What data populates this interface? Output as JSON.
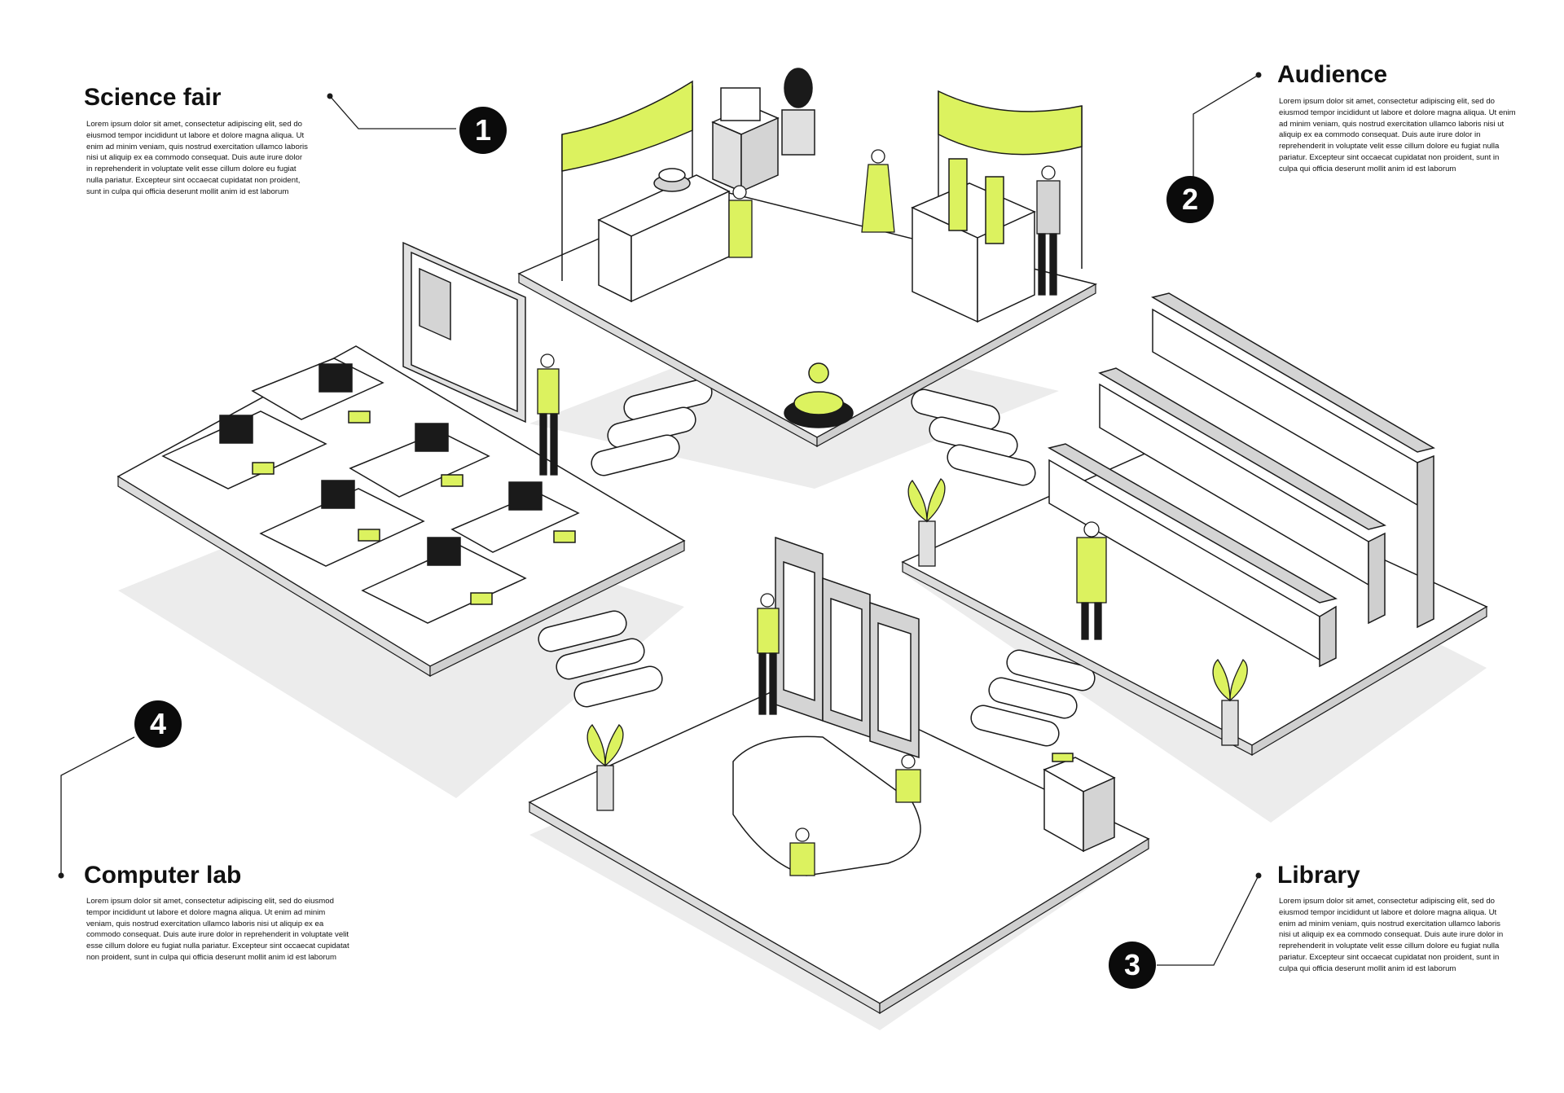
{
  "colors": {
    "accent": "#dcf25f",
    "outline": "#1a1a1a",
    "floor": "#ffffff",
    "shadow": "#ececec",
    "furniture": "#d4d4d4",
    "badge": "#0b0b0b"
  },
  "sections": [
    {
      "number": "1",
      "title": "Science fair",
      "body": "Lorem ipsum dolor sit amet, consectetur adipiscing elit, sed do eiusmod tempor incididunt ut labore et dolore magna aliqua. Ut enim ad minim veniam, quis nostrud exercitation ullamco laboris nisi ut aliquip ex ea commodo consequat. Duis aute irure dolor in reprehenderit in voluptate velit esse cillum dolore eu fugiat nulla pariatur. Excepteur sint occaecat cupidatat non proident, sunt in culpa qui officia deserunt mollit anim id est laborum"
    },
    {
      "number": "2",
      "title": "Audience",
      "body": "Lorem ipsum dolor sit amet, consectetur adipiscing elit, sed do eiusmod tempor incididunt ut labore et dolore magna aliqua. Ut enim ad minim veniam, quis nostrud exercitation ullamco laboris nisi ut aliquip ex ea commodo consequat. Duis aute irure dolor in reprehenderit in voluptate velit esse cillum dolore eu fugiat nulla pariatur. Excepteur sint occaecat cupidatat non proident, sunt in culpa qui officia deserunt mollit anim id est laborum"
    },
    {
      "number": "3",
      "title": "Library",
      "body": "Lorem ipsum dolor sit amet, consectetur adipiscing elit, sed do eiusmod tempor incididunt ut labore et dolore magna aliqua. Ut enim ad minim veniam, quis nostrud exercitation ullamco laboris nisi ut aliquip ex ea commodo consequat. Duis aute irure dolor in reprehenderit in voluptate velit esse cillum dolore eu fugiat nulla pariatur. Excepteur sint occaecat cupidatat non proident, sunt in culpa qui officia deserunt mollit anim id est laborum"
    },
    {
      "number": "4",
      "title": "Computer lab",
      "body": "Lorem ipsum dolor sit amet, consectetur adipiscing elit, sed do eiusmod tempor incididunt ut labore et dolore magna aliqua. Ut enim ad minim veniam, quis nostrud exercitation ullamco laboris nisi ut aliquip ex ea commodo consequat. Duis aute irure dolor in reprehenderit in voluptate velit esse cillum dolore eu fugiat nulla pariatur. Excepteur sint occaecat cupidatat non proident, sunt in culpa qui officia deserunt mollit anim id est laborum"
    }
  ]
}
